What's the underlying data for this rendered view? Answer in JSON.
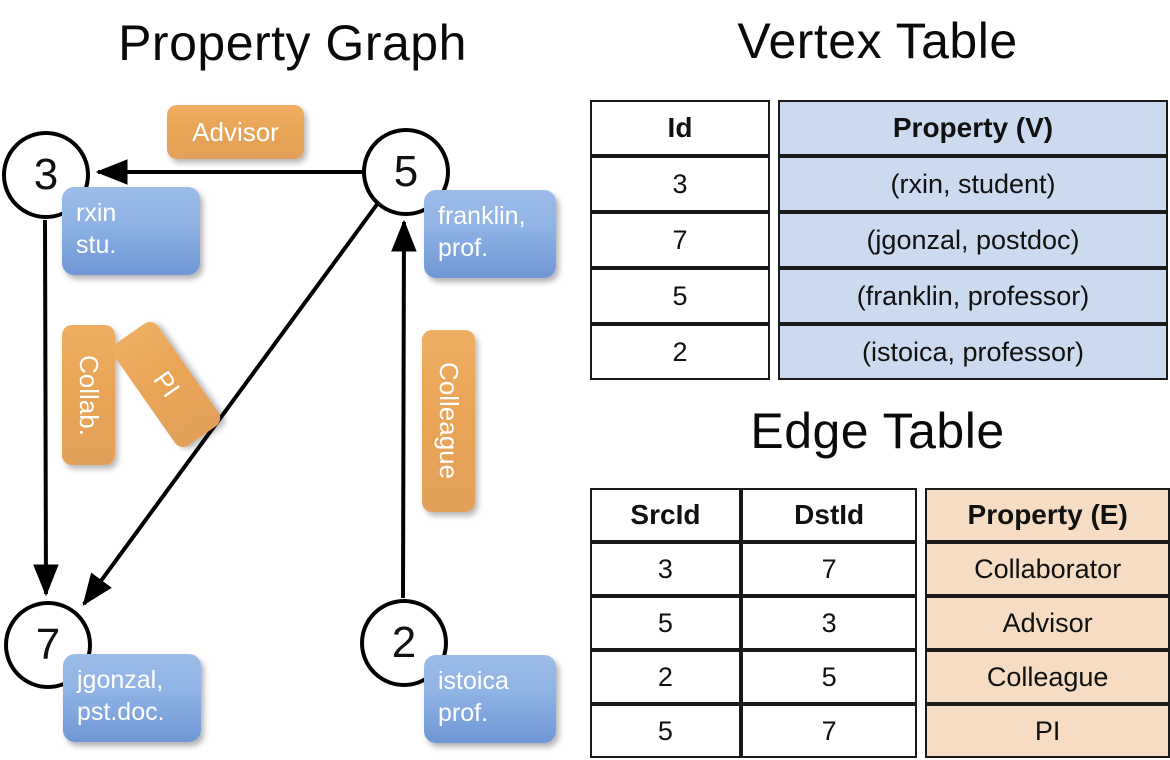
{
  "titles": {
    "property_graph": "Property Graph",
    "vertex_table": "Vertex Table",
    "edge_table": "Edge Table"
  },
  "graph": {
    "nodes": [
      {
        "id": "3",
        "name_line1": "rxin",
        "name_line2": "stu."
      },
      {
        "id": "5",
        "name_line1": "franklin,",
        "name_line2": "prof."
      },
      {
        "id": "7",
        "name_line1": "jgonzal,",
        "name_line2": "pst.doc."
      },
      {
        "id": "2",
        "name_line1": "istoica",
        "name_line2": "prof."
      }
    ],
    "edge_labels": [
      {
        "key": "advisor",
        "label": "Advisor"
      },
      {
        "key": "collab",
        "label": "Collab."
      },
      {
        "key": "pi",
        "label": "PI"
      },
      {
        "key": "colleague",
        "label": "Colleague"
      }
    ]
  },
  "vertex_table": {
    "headers": [
      "Id",
      "Property (V)"
    ],
    "rows": [
      {
        "id": "3",
        "property": "(rxin, student)"
      },
      {
        "id": "7",
        "property": "(jgonzal, postdoc)"
      },
      {
        "id": "5",
        "property": "(franklin, professor)"
      },
      {
        "id": "2",
        "property": "(istoica, professor)"
      }
    ]
  },
  "edge_table": {
    "headers": [
      "SrcId",
      "DstId",
      "Property (E)"
    ],
    "rows": [
      {
        "src": "3",
        "dst": "7",
        "property": "Collaborator"
      },
      {
        "src": "5",
        "dst": "3",
        "property": "Advisor"
      },
      {
        "src": "2",
        "dst": "5",
        "property": "Colleague"
      },
      {
        "src": "5",
        "dst": "7",
        "property": "PI"
      }
    ]
  },
  "colors": {
    "vertex_box_blue": "#8fb3e4",
    "edge_label_orange": "#e9a455",
    "vertex_table_cell": "#ccdaf0",
    "edge_table_cell": "#f5dcc2",
    "stroke": "#000000",
    "background": "#ffffff"
  }
}
